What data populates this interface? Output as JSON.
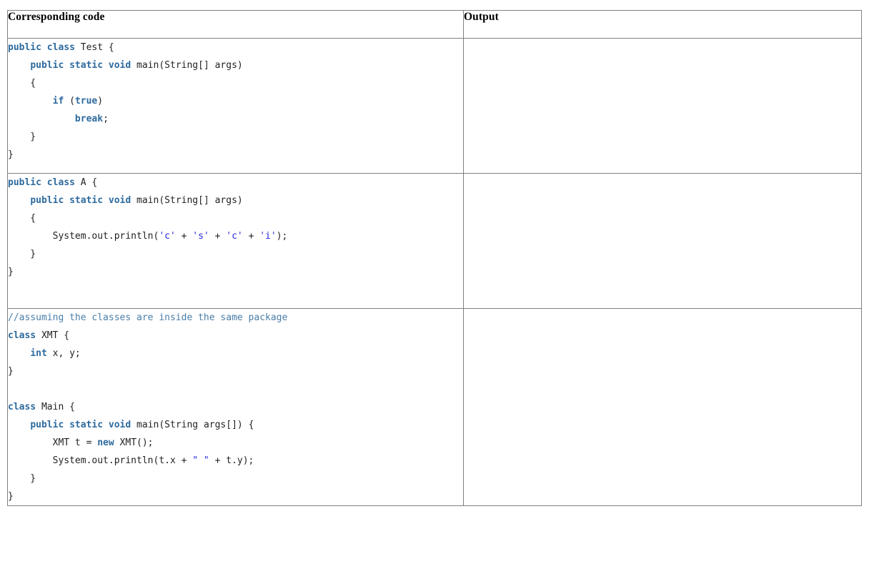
{
  "table": {
    "headers": {
      "code": "Corresponding code",
      "output": "Output"
    },
    "colors": {
      "keyword": "#2E6A9E",
      "comment": "#4A7EA8",
      "literal": "#2A2AE6",
      "plain": "#231f20",
      "border": "#808080",
      "background": "#ffffff"
    },
    "rows": [
      {
        "id": "row-1",
        "output": "",
        "code_lines": [
          [
            {
              "t": "public class",
              "c": "kw"
            },
            {
              "t": " Test {",
              "c": "pl"
            }
          ],
          [
            {
              "t": "    ",
              "c": "pl"
            },
            {
              "t": "public static void",
              "c": "kw"
            },
            {
              "t": " main(String[] args)",
              "c": "pl"
            }
          ],
          [
            {
              "t": "    {",
              "c": "pl"
            }
          ],
          [
            {
              "t": "        ",
              "c": "pl"
            },
            {
              "t": "if",
              "c": "kw"
            },
            {
              "t": " (",
              "c": "pl"
            },
            {
              "t": "true",
              "c": "kw"
            },
            {
              "t": ")",
              "c": "pl"
            }
          ],
          [
            {
              "t": "            ",
              "c": "pl"
            },
            {
              "t": "break",
              "c": "kw"
            },
            {
              "t": ";",
              "c": "pl"
            }
          ],
          [
            {
              "t": "    }",
              "c": "pl"
            }
          ],
          [
            {
              "t": "}",
              "c": "pl"
            }
          ]
        ]
      },
      {
        "id": "row-2",
        "output": "",
        "code_lines": [
          [
            {
              "t": "public class",
              "c": "kw"
            },
            {
              "t": " A {",
              "c": "pl"
            }
          ],
          [
            {
              "t": "    ",
              "c": "pl"
            },
            {
              "t": "public static void",
              "c": "kw"
            },
            {
              "t": " main(String[] args)",
              "c": "pl"
            }
          ],
          [
            {
              "t": "    {",
              "c": "pl"
            }
          ],
          [
            {
              "t": "        System.out.println(",
              "c": "pl"
            },
            {
              "t": "'c'",
              "c": "lit"
            },
            {
              "t": " + ",
              "c": "pl"
            },
            {
              "t": "'s'",
              "c": "lit"
            },
            {
              "t": " + ",
              "c": "pl"
            },
            {
              "t": "'c'",
              "c": "lit"
            },
            {
              "t": " + ",
              "c": "pl"
            },
            {
              "t": "'i'",
              "c": "lit"
            },
            {
              "t": ");",
              "c": "pl"
            }
          ],
          [
            {
              "t": "    }",
              "c": "pl"
            }
          ],
          [
            {
              "t": "}",
              "c": "pl"
            }
          ]
        ]
      },
      {
        "id": "row-3",
        "output": "",
        "code_lines": [
          [
            {
              "t": "//assuming the classes are inside the same package",
              "c": "cmt"
            }
          ],
          [
            {
              "t": "class",
              "c": "kw"
            },
            {
              "t": " XMT {",
              "c": "pl"
            }
          ],
          [
            {
              "t": "    ",
              "c": "pl"
            },
            {
              "t": "int",
              "c": "kw"
            },
            {
              "t": " x, y;",
              "c": "pl"
            }
          ],
          [
            {
              "t": "}",
              "c": "pl"
            }
          ],
          [
            {
              "t": "",
              "c": "pl"
            }
          ],
          [
            {
              "t": "class",
              "c": "kw"
            },
            {
              "t": " Main {",
              "c": "pl"
            }
          ],
          [
            {
              "t": "    ",
              "c": "pl"
            },
            {
              "t": "public static void",
              "c": "kw"
            },
            {
              "t": " main(String args[]) {",
              "c": "pl"
            }
          ],
          [
            {
              "t": "        XMT t = ",
              "c": "pl"
            },
            {
              "t": "new",
              "c": "kw"
            },
            {
              "t": " XMT();",
              "c": "pl"
            }
          ],
          [
            {
              "t": "        System.out.println(t.x + ",
              "c": "pl"
            },
            {
              "t": "\" \"",
              "c": "lit"
            },
            {
              "t": " + t.y);",
              "c": "pl"
            }
          ],
          [
            {
              "t": "    }",
              "c": "pl"
            }
          ],
          [
            {
              "t": "}",
              "c": "pl"
            }
          ]
        ]
      }
    ]
  }
}
